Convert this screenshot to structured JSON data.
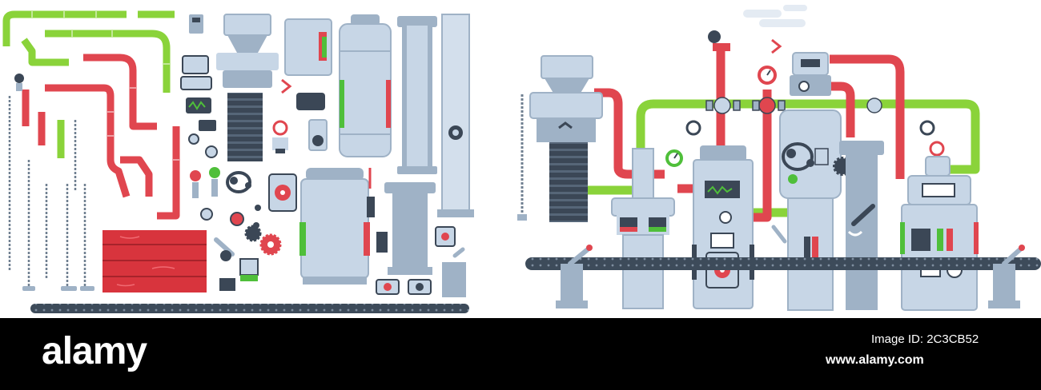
{
  "footer": {
    "brand": "alamy",
    "image_id": "Image ID: 2C3CB52",
    "url": "www.alamy.com"
  },
  "colors": {
    "background": "#ffffff",
    "footer": "#000000",
    "pipe_green": "#8ad33a",
    "pipe_red": "#e0464f",
    "machine_body": "#c7d6e6",
    "machine_shadow": "#9fb2c6",
    "dark_slate": "#3b4756",
    "screen_green": "#4fbf3a",
    "crate_red": "#d8343d",
    "conveyor": "#3d4b5a"
  },
  "icons": [
    "pipe-segment",
    "chain",
    "gauge",
    "valve-wheel",
    "gear",
    "lever",
    "crate",
    "conveyor-belt",
    "smoke-cloud"
  ]
}
